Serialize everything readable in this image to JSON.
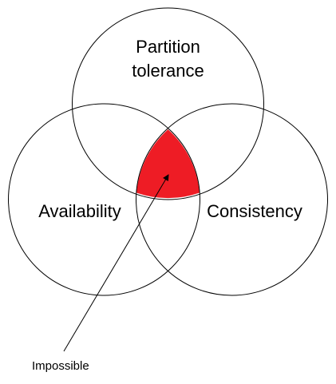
{
  "diagram": {
    "sets": {
      "partition_tolerance": {
        "line1": "Partition",
        "line2": "tolerance"
      },
      "availability": {
        "label": "Availability"
      },
      "consistency": {
        "label": "Consistency"
      }
    },
    "intersection": {
      "fill_color": "#EE1C25",
      "annotation": "Impossible"
    }
  }
}
